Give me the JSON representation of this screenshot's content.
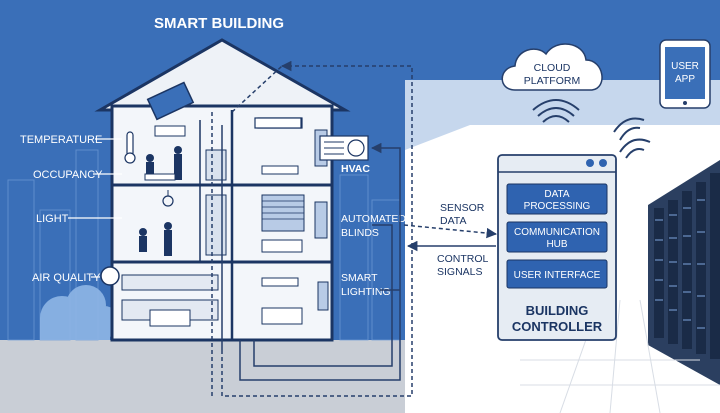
{
  "title": "SMART BUILDING",
  "sensors": {
    "temperature": "TEMPERATURE",
    "occupancy": "OCCUPANCY",
    "light": "LIGHT",
    "air_quality": "AIR QUALITY"
  },
  "devices": {
    "hvac": "HVAC",
    "blinds": [
      "AUTOMATED",
      "BLINDS"
    ],
    "lighting": [
      "SMART",
      "LIGHTING"
    ]
  },
  "flows": {
    "sensor_data": [
      "SENSOR",
      "DATA"
    ],
    "control_signals": [
      "CONTROL",
      "SIGNALS"
    ]
  },
  "cloud": [
    "CLOUD",
    "PLATFORM"
  ],
  "user_app": [
    "USER",
    "APP"
  ],
  "controller": {
    "modules": [
      [
        "DATA",
        "PROCESSING"
      ],
      [
        "COMMUNICATION",
        "HUB"
      ],
      [
        "USER INTERFACE"
      ]
    ],
    "title": [
      "BUILDING",
      "CONTROLLER"
    ]
  },
  "colors": {
    "sky": "#3a6fb8",
    "navy": "#1b3563",
    "panel": "#e6ecf3",
    "module": "#2f63b0",
    "line": "#263f6b"
  }
}
